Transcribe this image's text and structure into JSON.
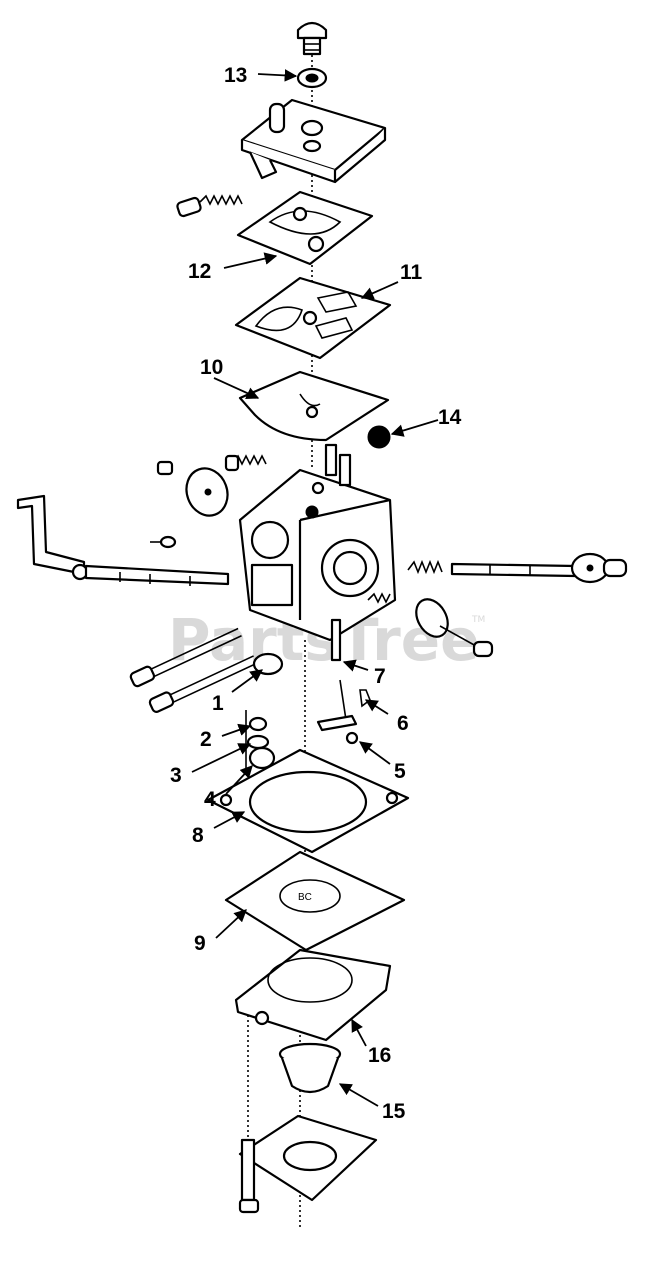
{
  "watermark": {
    "text": "PartsTree",
    "trademark": "TM"
  },
  "callouts": [
    {
      "id": "13",
      "label": "13"
    },
    {
      "id": "12",
      "label": "12"
    },
    {
      "id": "11",
      "label": "11"
    },
    {
      "id": "10",
      "label": "10"
    },
    {
      "id": "14",
      "label": "14"
    },
    {
      "id": "1",
      "label": "1"
    },
    {
      "id": "7",
      "label": "7"
    },
    {
      "id": "6",
      "label": "6"
    },
    {
      "id": "2",
      "label": "2"
    },
    {
      "id": "3",
      "label": "3"
    },
    {
      "id": "5",
      "label": "5"
    },
    {
      "id": "4",
      "label": "4"
    },
    {
      "id": "8",
      "label": "8"
    },
    {
      "id": "9",
      "label": "9"
    },
    {
      "id": "16",
      "label": "16"
    },
    {
      "id": "15",
      "label": "15"
    }
  ]
}
